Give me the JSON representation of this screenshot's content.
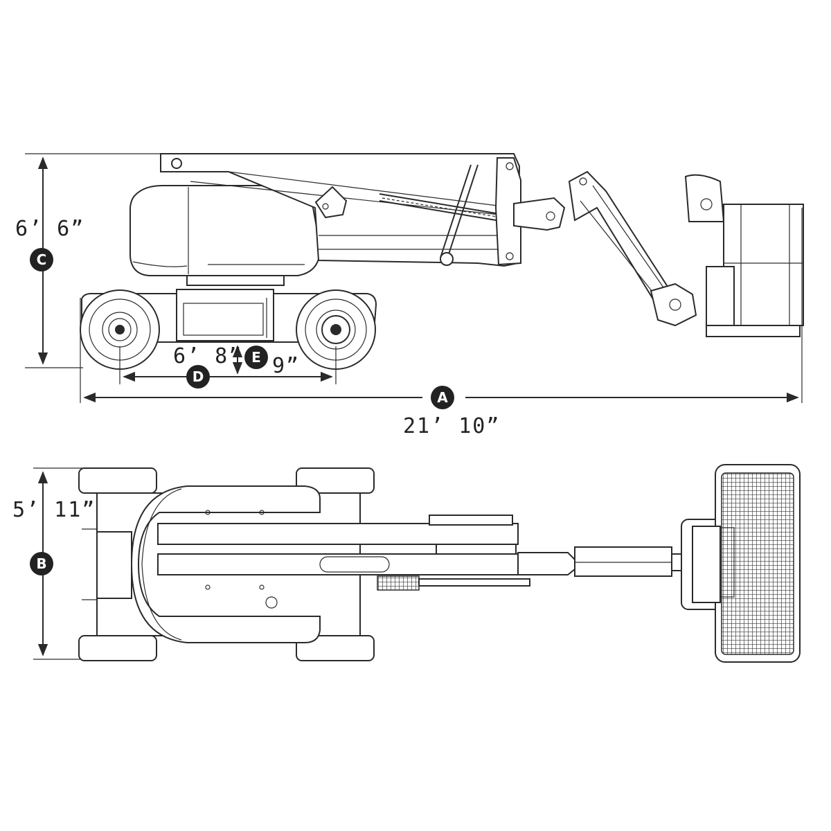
{
  "dimensions": {
    "A": {
      "badge": "A",
      "value": "21’ 10”"
    },
    "B": {
      "badge": "B",
      "value": "5’ 11”"
    },
    "C": {
      "badge": "C",
      "value": "6’ 6”"
    },
    "D": {
      "badge": "D",
      "value": "6’ 8”"
    },
    "E": {
      "badge": "E",
      "value": "9”"
    }
  },
  "colors": {
    "line": "#2a2a2a",
    "badge": "#222222",
    "background": "#ffffff"
  }
}
